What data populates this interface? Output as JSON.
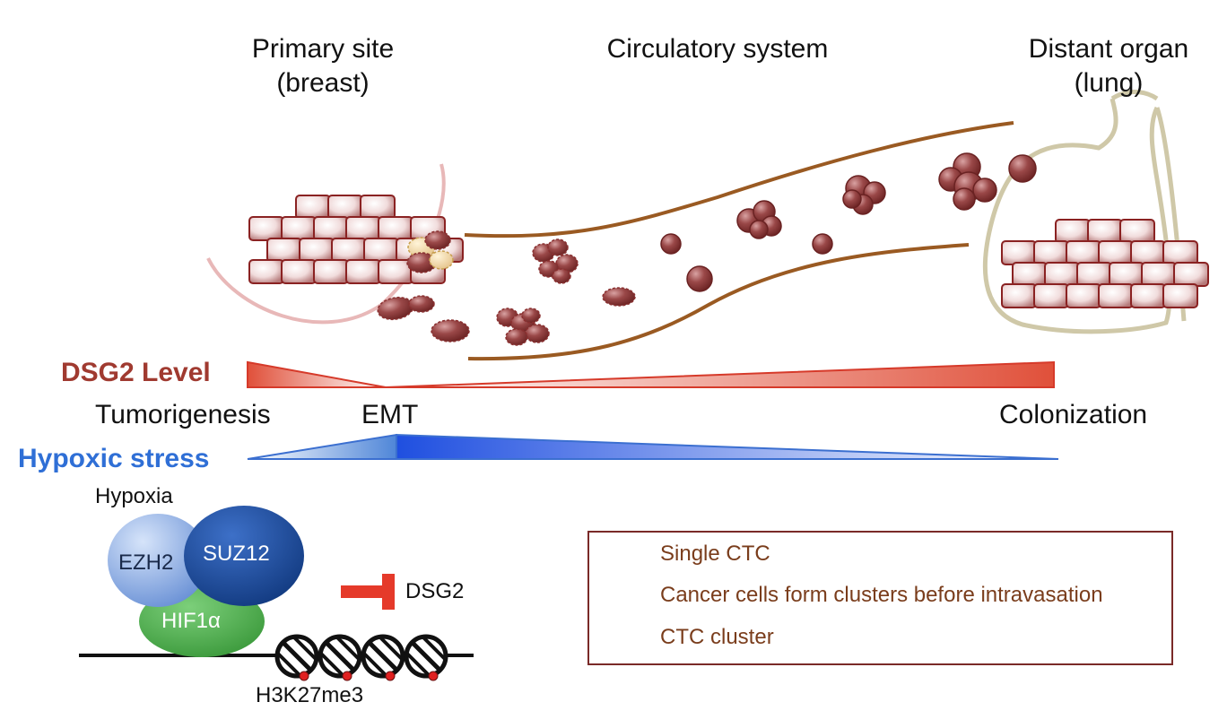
{
  "sites": {
    "primary_line1": "Primary site",
    "primary_line2": "(breast)",
    "circulatory": "Circulatory system",
    "distant_line1": "Distant organ",
    "distant_line2": "(lung)"
  },
  "levels": {
    "dsg2": "DSG2 Level",
    "hypoxic": "Hypoxic stress"
  },
  "stages": {
    "tumorigenesis": "Tumorigenesis",
    "emt": "EMT",
    "colonization": "Colonization"
  },
  "mechanism": {
    "hypoxia": "Hypoxia",
    "ezh2": "EZH2",
    "suz12": "SUZ12",
    "hif1a": "HIF1α",
    "dsg2_target": "DSG2",
    "histone_mark": "H3K27me3"
  },
  "legend": {
    "single_ctc": "Single  CTC",
    "pre_cluster": "Cancer cells  form clusters before intravasation",
    "ctc_cluster": "CTC cluster"
  },
  "colors": {
    "dsg2": "#d63a2a",
    "hypoxic": "#1f5fd6",
    "cell": "#8a3a3a",
    "vessel": "#9a5a22",
    "inhibit": "#e53a2a"
  }
}
